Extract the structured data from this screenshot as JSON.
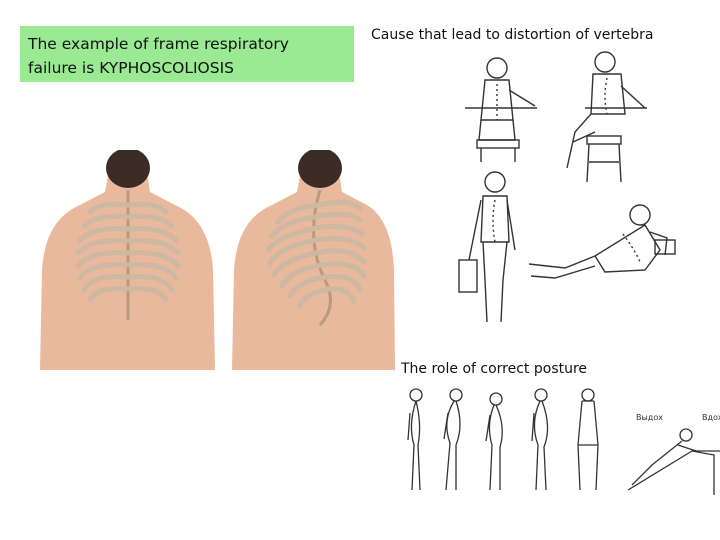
{
  "slide": {
    "title_line1": "The  example  of  frame  respiratory",
    "title_line2": "failure    is  KYPHOSCOLIOSIS",
    "caption_causes": "Cause  that  lead  to  distortion  of  vertebra",
    "caption_posture": "The  role  of  correct  posture",
    "exercise_label_exhale": "Выдох",
    "exercise_label_inhale": "Вдох"
  },
  "colors": {
    "title_background": "#99ea92",
    "skin": "#e8b99c",
    "ribs": "#d8c7b2",
    "hair": "#3a2b24"
  },
  "illustrations": {
    "anatomy": [
      "normal-spine-back",
      "scoliotic-spine-back"
    ],
    "causes": [
      "child-sitting-at-desk",
      "child-sitting-on-stool",
      "child-carrying-bag",
      "child-reclining-reading"
    ],
    "postures": [
      "posture-1",
      "posture-2",
      "posture-3",
      "posture-4",
      "posture-5",
      "wall-pushup-exercise"
    ]
  }
}
